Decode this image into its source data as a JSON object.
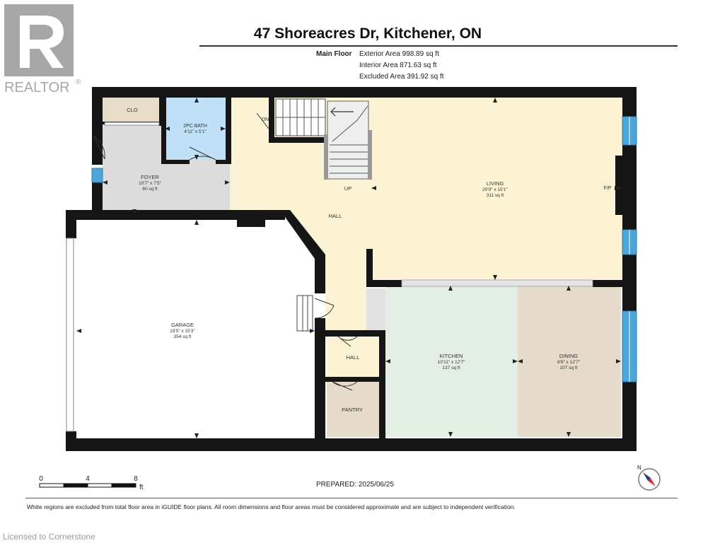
{
  "header": {
    "title": "47 Shoreacres Dr, Kitchener, ON",
    "logo_text": "REALTOR",
    "logo_registered": "®"
  },
  "areas": {
    "floor": "Main Floor",
    "exterior": "Exterior Area 998.89 sq ft",
    "interior": "Interior Area 871.63 sq ft",
    "excluded": "Excluded Area 391.92 sq ft"
  },
  "rooms": {
    "clo": {
      "name": "CLO"
    },
    "bath": {
      "name": "2PC BATH",
      "dims": "4'11\" x 5'1\""
    },
    "foyer": {
      "name": "FOYER",
      "dims": "10'7\" x 7'5\"",
      "area": "60 sq ft"
    },
    "dn": {
      "name": "DN"
    },
    "up": {
      "name": "UP"
    },
    "hall_main": {
      "name": "HALL"
    },
    "living": {
      "name": "LIVING",
      "dims": "20'9\" x 15'1\"",
      "area": "311 sq ft"
    },
    "fp": {
      "name": "F/P"
    },
    "garage": {
      "name": "GARAGE",
      "dims": "19'5\" x 15'3\"",
      "area": "354 sq ft"
    },
    "hall_small": {
      "name": "HALL"
    },
    "pantry": {
      "name": "PANTRY"
    },
    "kitchen": {
      "name": "KITCHEN",
      "dims": "10'11\" x 12'7\"",
      "area": "137 sq ft"
    },
    "dining": {
      "name": "DINING",
      "dims": "8'6\" x 12'7\"",
      "area": "107 sq ft"
    }
  },
  "scale": {
    "labels": [
      "0",
      "4",
      "8"
    ],
    "unit": "ft"
  },
  "compass": {
    "north": "N"
  },
  "footer": {
    "prepared": "PREPARED:  2025/06/25",
    "disclaimer": "White regions are excluded from total floor area in iGUIDE floor plans. All room dimensions and floor areas must be considered approximate and are subject to independent verification.",
    "license": "Licensed to Cornerstone"
  },
  "colors": {
    "wall": "#151515",
    "hall": "#fbf3d3",
    "foyer": "#dcdcdc",
    "clo": "#e6dcc8",
    "bath": "#bfe0f7",
    "kitchen": "#e3efe5",
    "dining": "#e6dbca",
    "pantry": "#e6dbca",
    "window": "#4da6d9",
    "logo": "#a7a7a7"
  }
}
